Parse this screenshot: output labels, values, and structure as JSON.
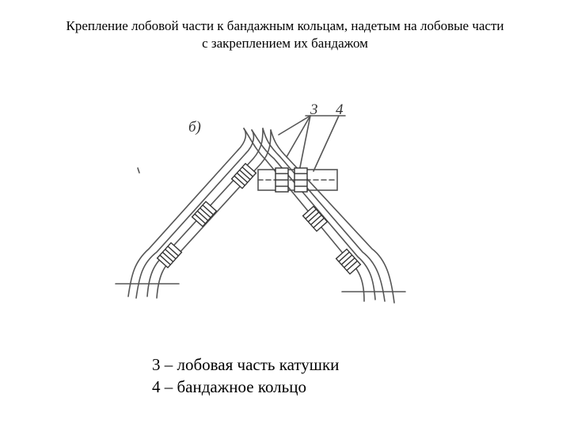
{
  "title": {
    "line1": "Крепление лобовой части к бандажным кольцам, надетым на лобовые части",
    "line2": "с закреплением их бандажом"
  },
  "figure": {
    "variant_label": "б)",
    "callout_3": "3",
    "callout_4": "4"
  },
  "legend": {
    "item_3": "3 – лобовая часть катушки",
    "item_4": "4 – бандажное кольцо"
  }
}
